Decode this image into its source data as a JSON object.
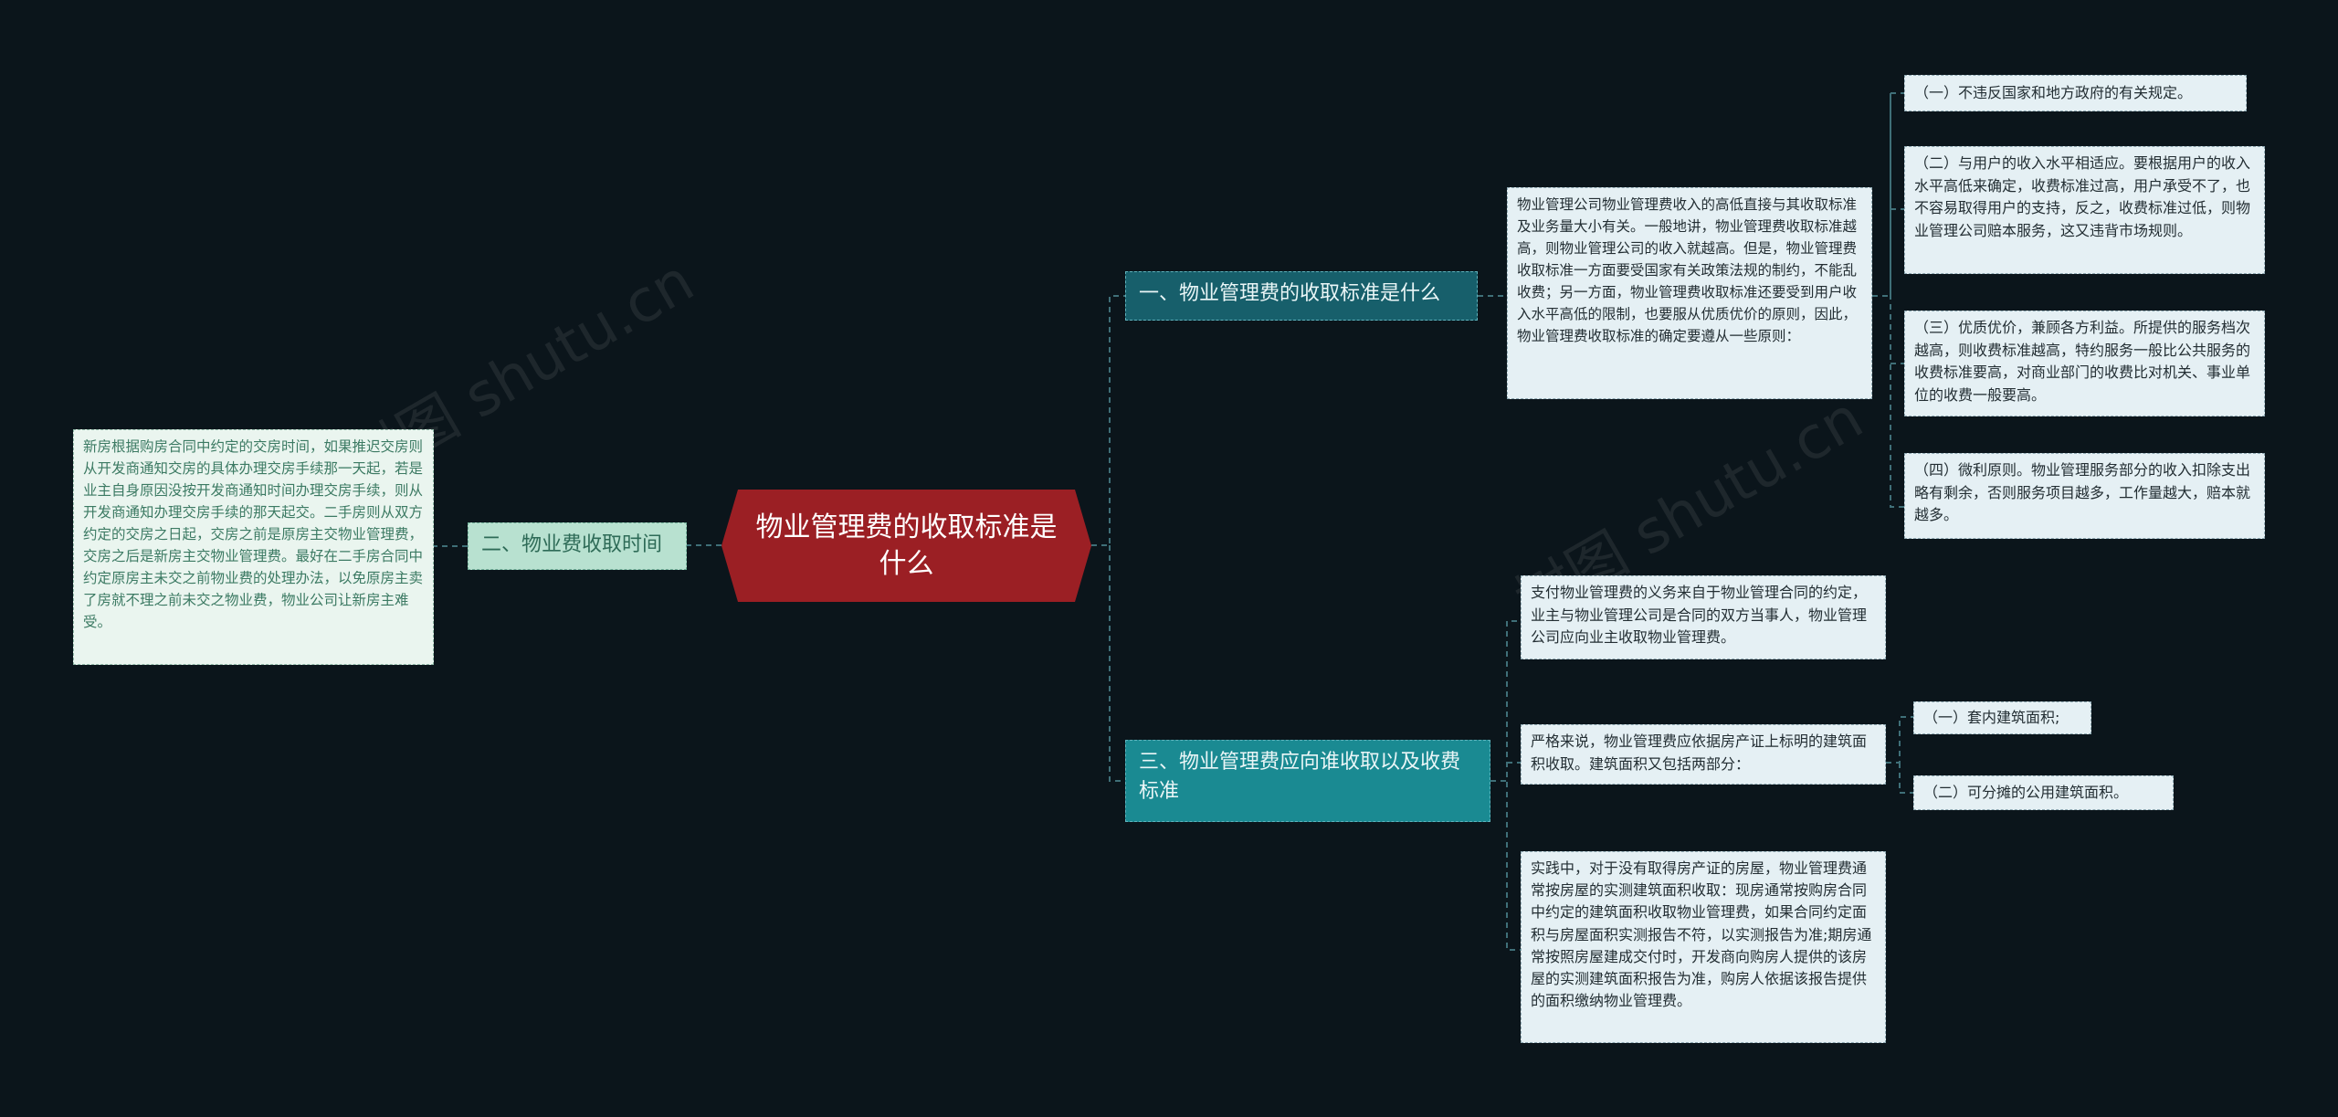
{
  "root": {
    "title": "物业管理费的收取标准是什么"
  },
  "branches": [
    {
      "label": "一、物业管理费的收取标准是什么",
      "description": "物业管理公司物业管理费收入的高低直接与其收取标准及业务量大小有关。一般地讲，物业管理费收取标准越高，则物业管理公司的收入就越高。但是，物业管理费收取标准一方面要受国家有关政策法规的制约，不能乱收费；另一方面，物业管理费收取标准还要受到用户收入水平高低的限制，也要服从优质优价的原则，因此，物业管理费收取标准的确定要遵从一些原则：",
      "principles": [
        "（一）不违反国家和地方政府的有关规定。",
        "（二）与用户的收入水平相适应。要根据用户的收入水平高低来确定，收费标准过高，用户承受不了，也不容易取得用户的支持，反之，收费标准过低，则物业管理公司赔本服务，这又违背市场规则。",
        "（三）优质优价，兼顾各方利益。所提供的服务档次越高，则收费标准越高，特约服务一般比公共服务的收费标准要高，对商业部门的收费比对机关、事业单位的收费一般要高。",
        "（四）微利原则。物业管理服务部分的收入扣除支出略有剩余，否则服务项目越多，工作量越大，赔本就越多。"
      ]
    },
    {
      "label": "二、物业费收取时间",
      "description": "新房根据购房合同中约定的交房时间，如果推迟交房则从开发商通知交房的具体办理交房手续那一天起，若是业主自身原因没按开发商通知时间办理交房手续，则从开发商通知办理交房手续的那天起交。二手房则从双方约定的交房之日起，交房之前是原房主交物业管理费，交房之后是新房主交物业管理费。最好在二手房合同中约定原房主未交之前物业费的处理办法，以免原房主卖了房就不理之前未交之物业费，物业公司让新房主难受。"
    },
    {
      "label": "三、物业管理费应向谁收取以及收费标准",
      "items": [
        "支付物业管理费的义务来自于物业管理合同的约定，业主与物业管理公司是合同的双方当事人，物业管理公司应向业主收取物业管理费。",
        "严格来说，物业管理费应依据房产证上标明的建筑面积收取。建筑面积又包括两部分：",
        "实践中，对于没有取得房产证的房屋，物业管理费通常按房屋的实测建筑面积收取：现房通常按购房合同中约定的建筑面积收取物业管理费，如果合同约定面积与房屋面积实测报告不符，以实测报告为准;期房通常按照房屋建成交付时，开发商向购房人提供的该房屋的实测建筑面积报告为准，购房人依据该报告提供的面积缴纳物业管理费。"
      ],
      "area_parts": [
        "（一）套内建筑面积;",
        "（二）可分摊的公用建筑面积。"
      ]
    }
  ],
  "watermarks": [
    "树图 shutu.cn",
    "树图 shutu.cn"
  ],
  "colors": {
    "background": "#0b151b",
    "root": "#9b1f24",
    "branch_dark": "#175f6b",
    "branch_teal": "#1a8a92",
    "branch_mint": "#b8e1d0",
    "leaf": "#e5f0f4",
    "line": "#3f6f78"
  }
}
